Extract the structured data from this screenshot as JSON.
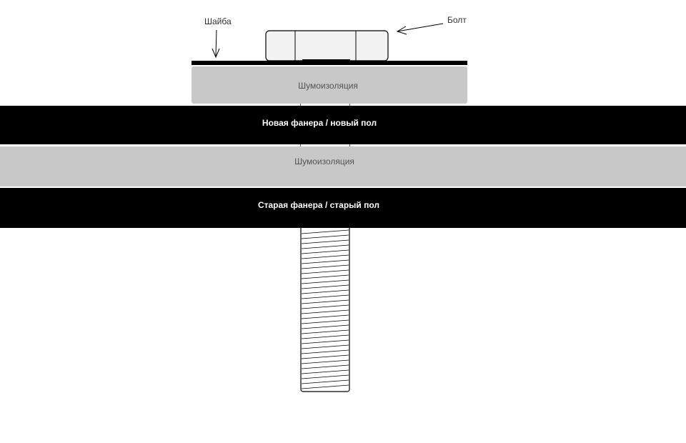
{
  "labels": {
    "washer": "Шайба",
    "bolt": "Болт",
    "insulation_top": "Шумоизоляция",
    "new_plywood": "Новая фанера / новый пол",
    "insulation_bottom": "Шумоизоляция",
    "old_plywood": "Старая фанера / старый пол"
  },
  "colors": {
    "insulation": "#c8c8c8",
    "plywood": "#000000",
    "line": "#000000",
    "bolt_fill": "#f2f2f2"
  }
}
